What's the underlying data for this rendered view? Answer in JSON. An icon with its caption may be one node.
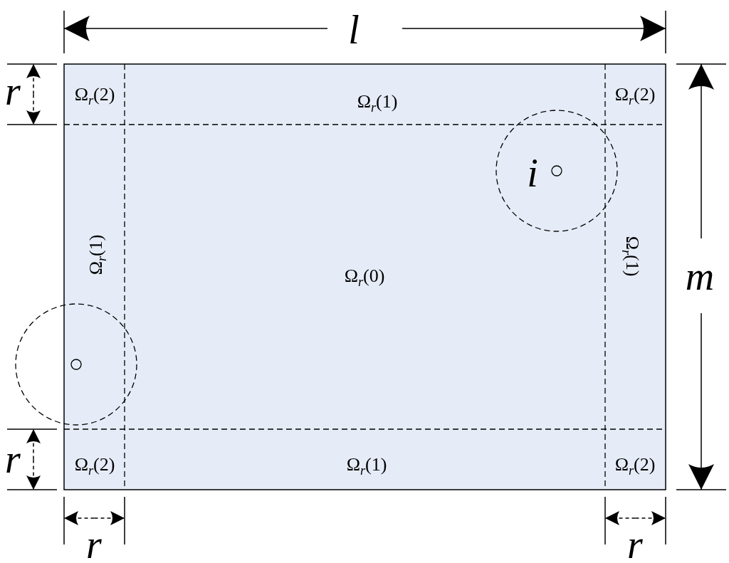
{
  "diagram": {
    "labels": [
      "l",
      "r",
      "Ω$_{r}$(2)",
      "Ω$_{r}$(1)",
      "Ω$_{r}$(2)",
      "i",
      "Ω$_{r}$(1)",
      "Ω$_{r}$(0)",
      "Ω$_{r}$(1)",
      "m",
      "r",
      "Ω$_{r}$(2)",
      "Ω$_{r}$(1)",
      "Ω$_{r}$(2)",
      "r",
      "r"
    ]
  }
}
